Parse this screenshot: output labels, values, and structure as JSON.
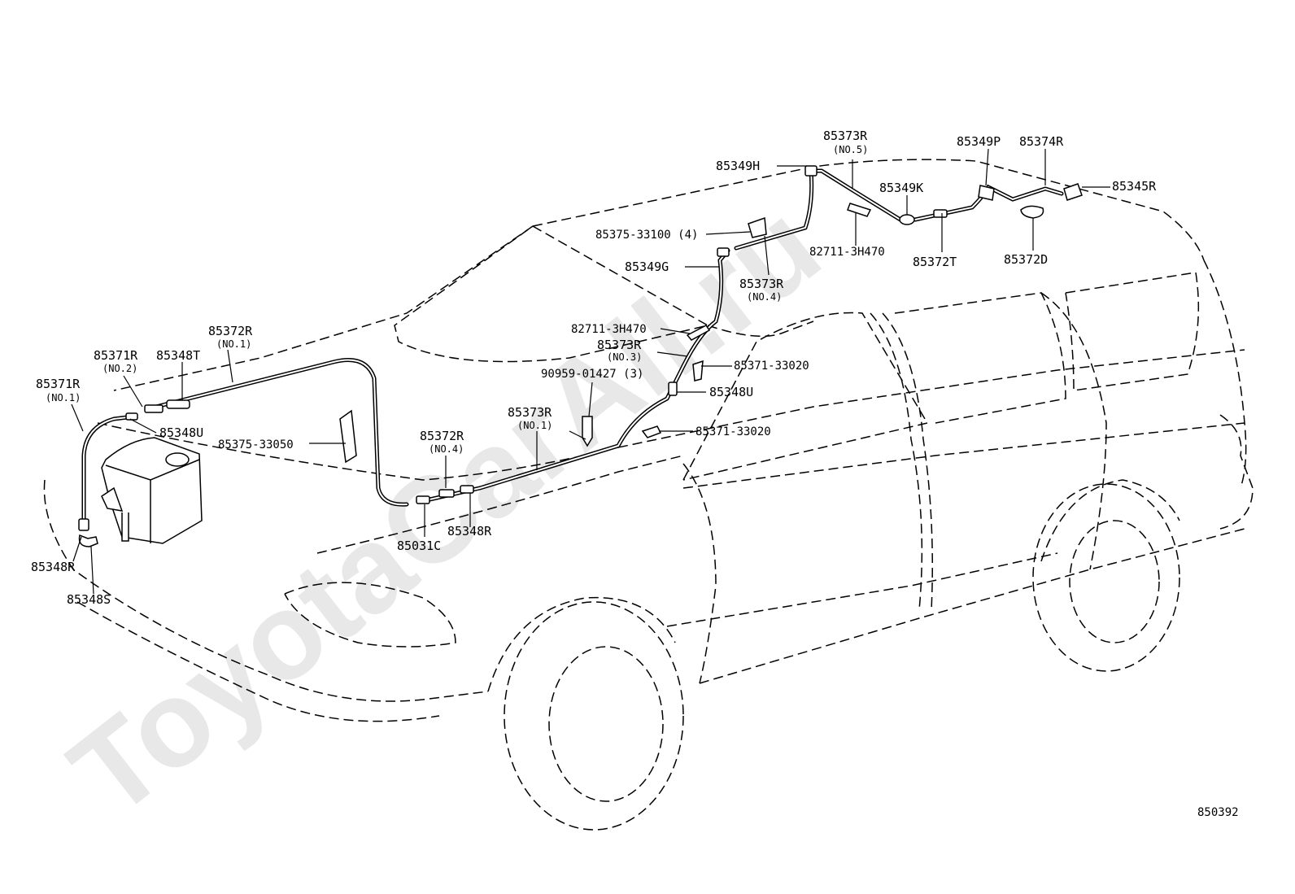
{
  "watermark": "ToyotaCarAll.ru",
  "diagram_ref": "850392",
  "labels": {
    "l85373R_no5": "85373R",
    "l85373R_no5_sub": "(NO.5)",
    "l85349P": "85349P",
    "l85374R": "85374R",
    "l85349H": "85349H",
    "l85345R": "85345R",
    "l85349K": "85349K",
    "l85375_33100": "85375-33100 (4)",
    "l82711_3H470_top": "82711-3H470",
    "l85372T": "85372T",
    "l85372D": "85372D",
    "l85349G": "85349G",
    "l85373R_no4": "85373R",
    "l85373R_no4_sub": "(NO.4)",
    "l82711_3H470_mid": "82711-3H470",
    "l85373R_no3": "85373R",
    "l85373R_no3_sub": "(NO.3)",
    "l85371_33020_a": "85371-33020",
    "l90959_01427": "90959-01427 (3)",
    "l85348U_mid": "85348U",
    "l85373R_no1": "85373R",
    "l85373R_no1_sub": "(NO.1)",
    "l85371_33020_b": "85371-33020",
    "l85372R_no1": "85372R",
    "l85372R_no1_sub": "(NO.1)",
    "l85371R_no2": "85371R",
    "l85371R_no2_sub": "(NO.2)",
    "l85348T": "85348T",
    "l85371R_no1": "85371R",
    "l85371R_no1_sub": "(NO.1)",
    "l85348U_left": "85348U",
    "l85375_33050": "85375-33050",
    "l85372R_no4": "85372R",
    "l85372R_no4_sub": "(NO.4)",
    "l85348R_mid": "85348R",
    "l85031C": "85031C",
    "l85348R_left": "85348R",
    "l85348S": "85348S"
  }
}
